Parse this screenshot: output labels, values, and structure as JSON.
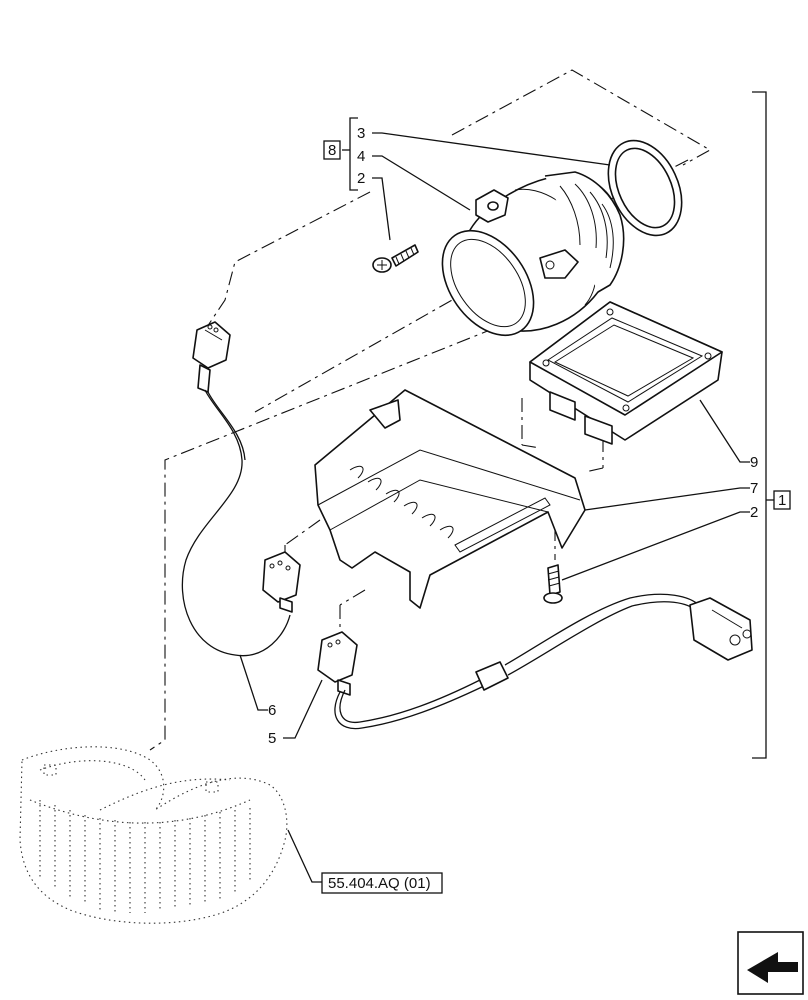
{
  "callouts": {
    "c3": "3",
    "c4": "4",
    "c2_top": "2",
    "c8": "8",
    "c9": "9",
    "c7": "7",
    "c2_right": "2",
    "c1": "1",
    "c6": "6",
    "c5": "5",
    "ref": "55.404.AQ (01)"
  },
  "nav_icon": "arrow-icon"
}
